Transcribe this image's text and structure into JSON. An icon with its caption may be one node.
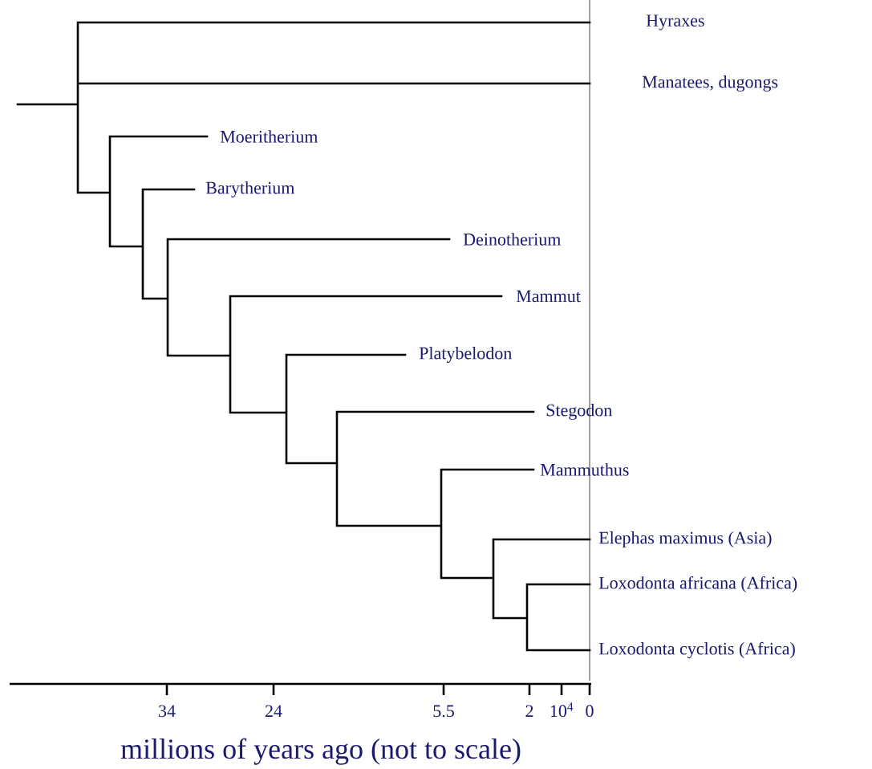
{
  "diagram": {
    "labels": [
      "Hyraxes",
      "Manatees, dugongs",
      "Moeritherium",
      "Barytherium",
      "Deinotherium",
      "Mammut",
      "Platybelodon",
      "Stegodon",
      "Mammuthus",
      "Elephas maximus (Asia)",
      "Loxodonta africana (Africa)",
      "Loxodonta cyclotis (Africa)",
      "34",
      "24",
      "5.5",
      "2",
      "10$^{4}$",
      "0",
      "millions of years ago (not to scale)"
    ]
  }
}
